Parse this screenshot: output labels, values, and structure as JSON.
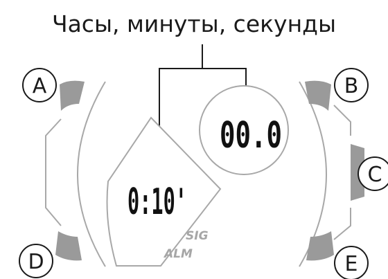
{
  "title": "Часы, минуты, секунды",
  "buttons": {
    "a": "A",
    "b": "B",
    "c": "C",
    "d": "D",
    "e": "E"
  },
  "display": {
    "main_time": "0:10'",
    "sub_dial": "00.0",
    "indicator_sig": "SIG",
    "indicator_alm": "ALM"
  },
  "colors": {
    "outline": "#a8a8a8",
    "button_fill": "#9a9a9a",
    "text": "#1a1a1a",
    "indicator": "#a6a6a6"
  }
}
